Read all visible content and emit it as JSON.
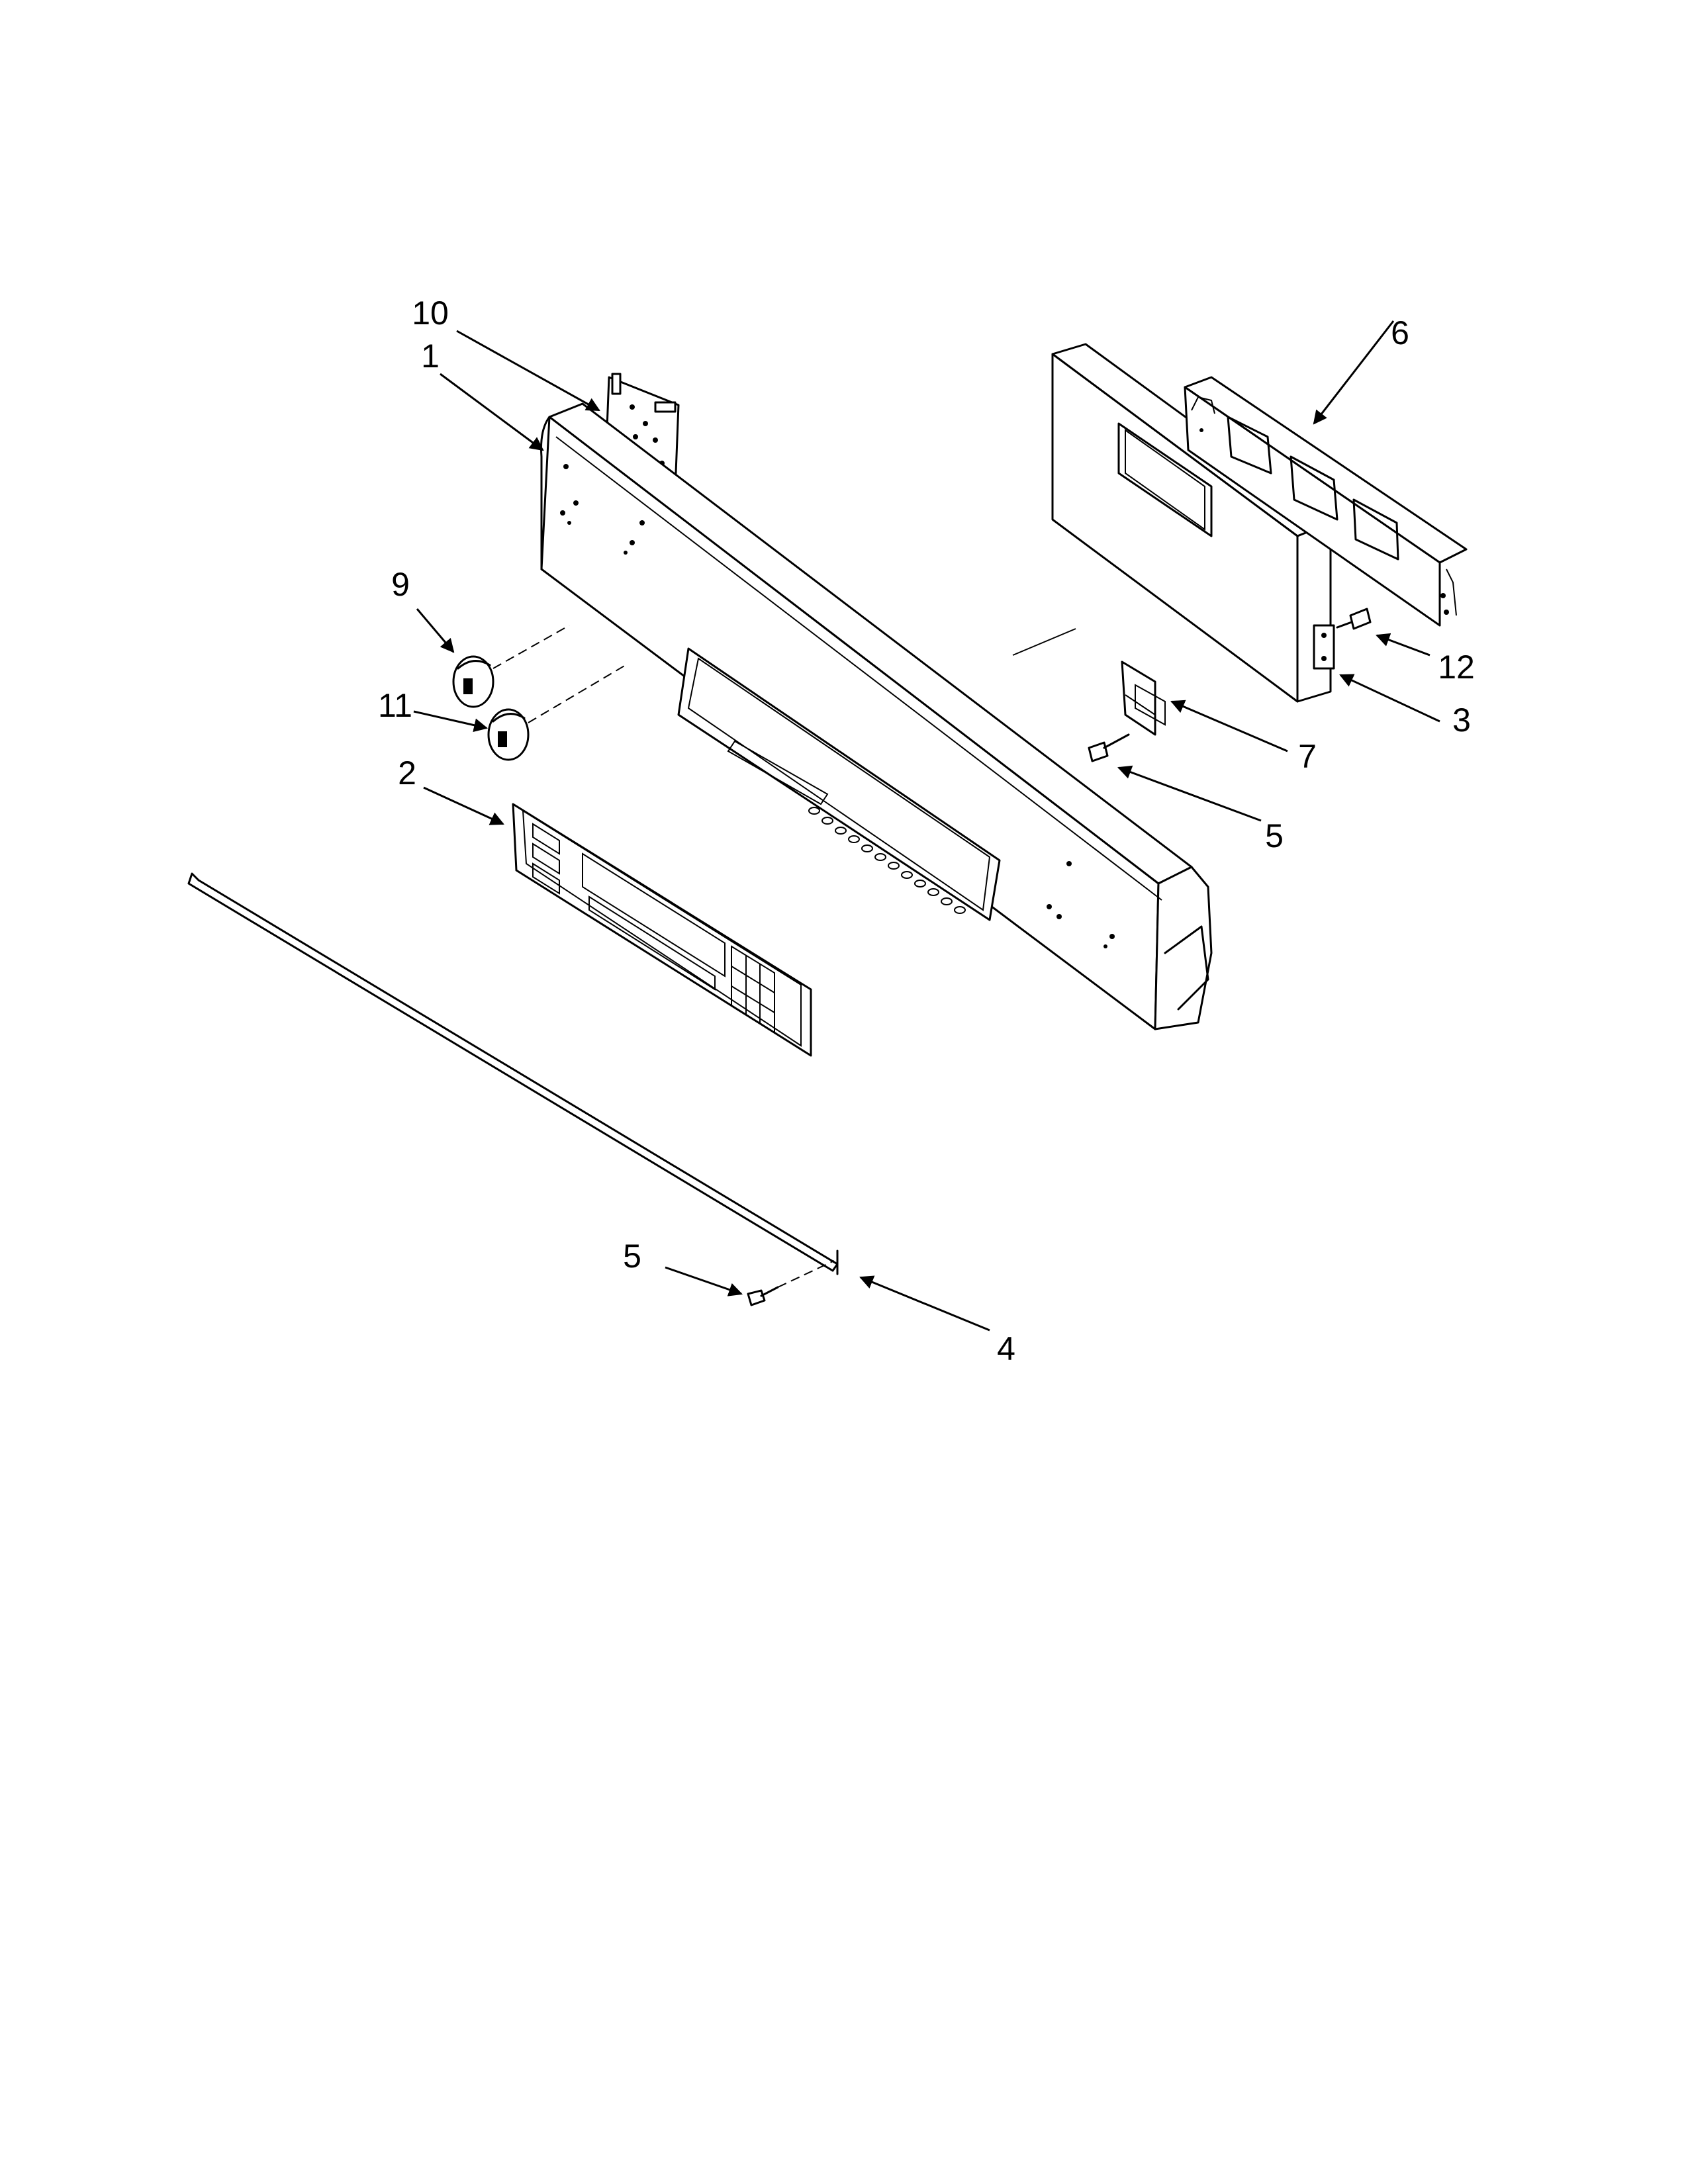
{
  "callouts": [
    {
      "id": "1",
      "text": "1"
    },
    {
      "id": "2",
      "text": "2"
    },
    {
      "id": "3",
      "text": "3"
    },
    {
      "id": "4",
      "text": "4"
    },
    {
      "id": "5a",
      "text": "5"
    },
    {
      "id": "5b",
      "text": "5"
    },
    {
      "id": "6",
      "text": "6"
    },
    {
      "id": "7",
      "text": "7"
    },
    {
      "id": "9",
      "text": "9"
    },
    {
      "id": "10",
      "text": "10"
    },
    {
      "id": "11",
      "text": "11"
    },
    {
      "id": "12",
      "text": "12"
    }
  ]
}
